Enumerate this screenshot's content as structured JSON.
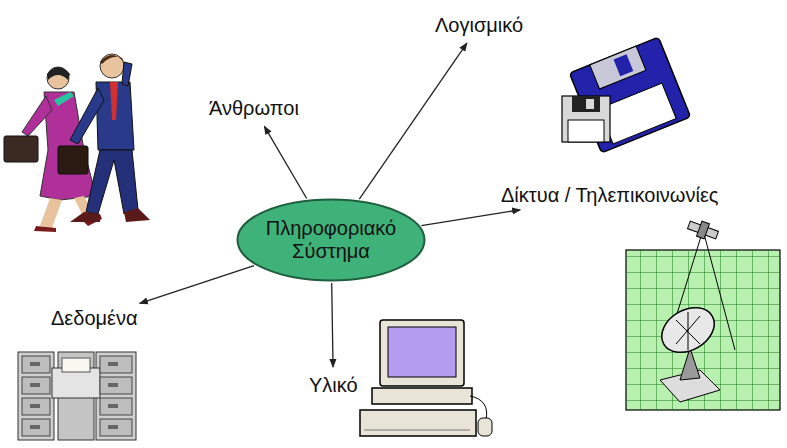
{
  "diagram": {
    "nodes": [
      {
        "text": [
          "Πληροφοριακό Σύστημα"
        ]
      },
      {
        "text": [
          "Άνθρωποι"
        ]
      },
      {
        "text": [
          "Λογισμικό"
        ]
      },
      {
        "text": [
          "Δίκτυα / Τηλεπικοινωνίες"
        ]
      },
      {
        "text": [
          "Δεδομένα"
        ]
      },
      {
        "text": [
          "Υλικό"
        ]
      }
    ],
    "edges": [
      {
        "from": 0,
        "to": 1,
        "arrow": "to"
      },
      {
        "from": 0,
        "to": 2,
        "arrow": "to"
      },
      {
        "from": 0,
        "to": 3,
        "arrow": "to"
      },
      {
        "from": 0,
        "to": 4,
        "arrow": "to"
      },
      {
        "from": 0,
        "to": 5,
        "arrow": "to"
      }
    ]
  }
}
